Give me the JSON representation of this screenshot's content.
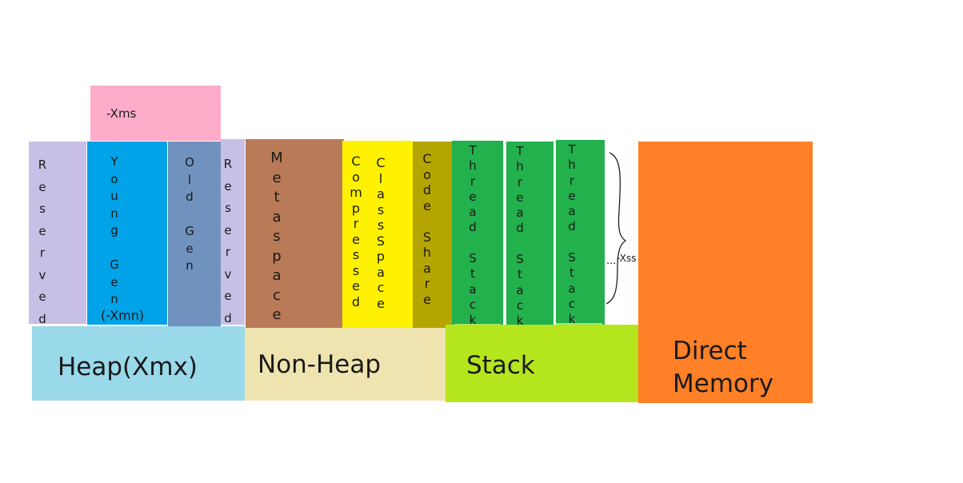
{
  "xms_label": "-Xms",
  "reserved_label": "R\ne\ns\ne\nr\nv\ne\nd",
  "young_gen_label": "Y\no\nu\nn\ng\n\nG\ne\nn",
  "young_gen_flag": "(-Xmn)",
  "old_gen_label": "O\nl\nd\n\nG\ne\nn",
  "metaspace_label": "M\ne\nt\na\ns\np\na\nc\ne",
  "compressed_label": "C\no\nm\np\nr\ne\ns\ns\ne\nd",
  "class_space_label": "C\nl\na\ns\ns\nS\np\na\nc\ne",
  "code_share_label": "C\no\nd\ne\n\nS\nh\na\nr\ne",
  "thread_stack_label": "T\nh\nr\ne\na\nd\n\nS\nt\na\nc\nk",
  "ellipsis": "...",
  "xss_label": "-Xss",
  "heap_label": "Heap(Xmx)",
  "nonheap_label": "Non-Heap",
  "stack_label": "Stack",
  "direct_label_line1": "Direct",
  "direct_label_line2": "Memory",
  "colors": {
    "xms": "#ffaccb",
    "reserved": "#c8bfe6",
    "young_gen": "#00a2e8",
    "old_gen": "#7092be",
    "metaspace": "#b97a57",
    "compressed_class_space": "#fff200",
    "code_share": "#b5a500",
    "thread_stack": "#22b14c",
    "heap": "#99d9ea",
    "non_heap": "#efe4b0",
    "stack": "#b5e61d",
    "direct_memory": "#ff8026"
  }
}
